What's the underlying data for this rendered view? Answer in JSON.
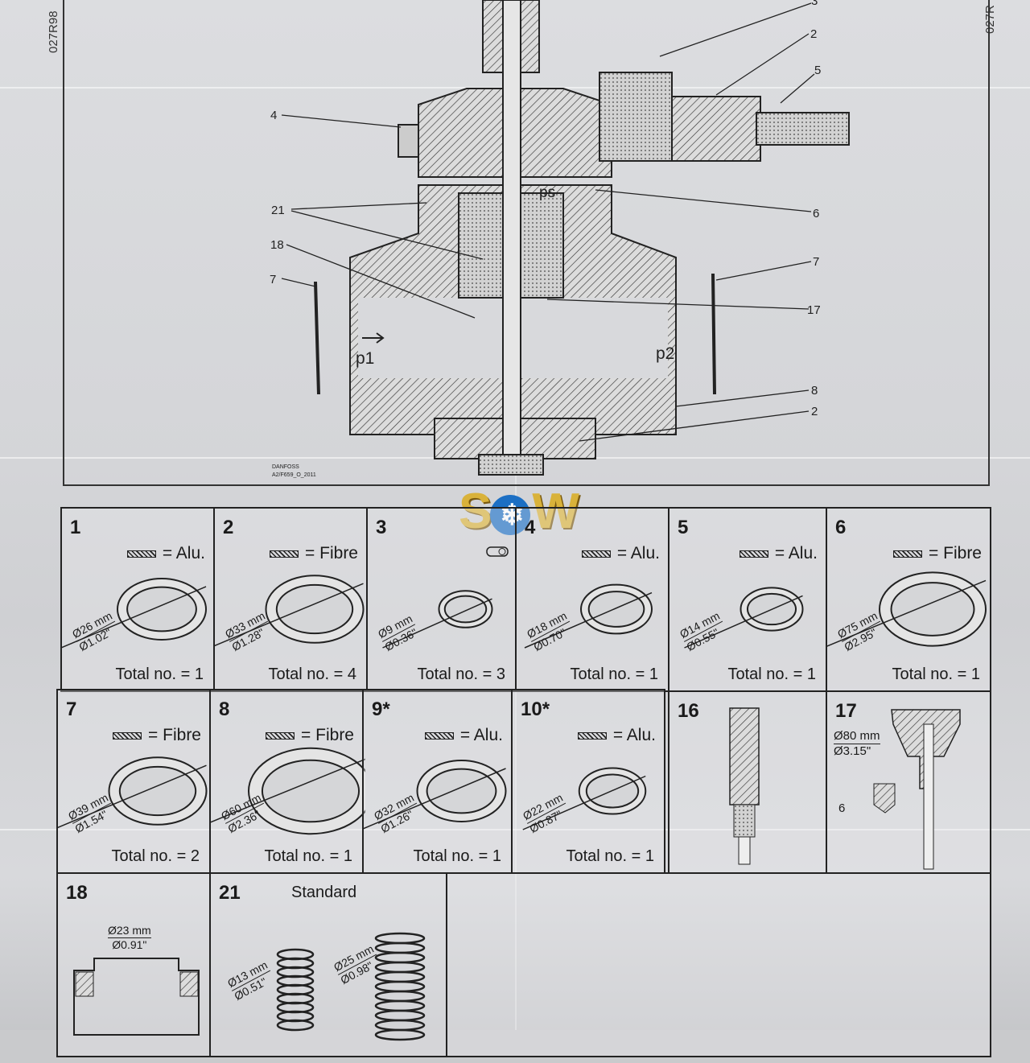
{
  "margin_codes": {
    "left": "027R98",
    "right": "027R"
  },
  "diagram": {
    "callouts_left": [
      "4",
      "21",
      "18",
      "7"
    ],
    "callouts_right": [
      "2",
      "5",
      "6",
      "7",
      "17",
      "8",
      "2"
    ],
    "callout_top": "3",
    "pressure_labels": {
      "ps": "ps",
      "p1": "p1",
      "p2": "p2"
    },
    "footer_brand": "DANFOSS",
    "footer_code": "A2/F659_O_2011"
  },
  "logo": {
    "left": "S",
    "right": "W",
    "text": "SOW"
  },
  "parts": [
    {
      "num": "1",
      "material": "= Alu.",
      "mm": "Ø26 mm",
      "inch": "Ø1.02\"",
      "total": "Total no. = 1"
    },
    {
      "num": "2",
      "material": "= Fibre",
      "mm": "Ø33 mm",
      "inch": "Ø1.28\"",
      "total": "Total no. = 4"
    },
    {
      "num": "3",
      "material": "",
      "mm": "Ø9 mm",
      "inch": "Ø0.36\"",
      "total": "Total no. = 3"
    },
    {
      "num": "4",
      "material": "= Alu.",
      "mm": "Ø18 mm",
      "inch": "Ø0.70\"",
      "total": "Total no. = 1"
    },
    {
      "num": "5",
      "material": "= Alu.",
      "mm": "Ø14 mm",
      "inch": "Ø0.55\"",
      "total": "Total no. = 1"
    },
    {
      "num": "6",
      "material": "= Fibre",
      "mm": "Ø75 mm",
      "inch": "Ø2.95\"",
      "total": "Total no. = 1"
    },
    {
      "num": "7",
      "material": "= Fibre",
      "mm": "Ø39 mm",
      "inch": "Ø1.54\"",
      "total": "Total no. = 2"
    },
    {
      "num": "8",
      "material": "= Fibre",
      "mm": "Ø60 mm",
      "inch": "Ø2.36\"",
      "total": "Total no. = 1"
    },
    {
      "num": "9*",
      "material": "= Alu.",
      "mm": "Ø32 mm",
      "inch": "Ø1.26\"",
      "total": "Total no. = 1"
    },
    {
      "num": "10*",
      "material": "= Alu.",
      "mm": "Ø22 mm",
      "inch": "Ø0.87\"",
      "total": "Total no. = 1"
    }
  ],
  "part16": {
    "num": "16"
  },
  "part17": {
    "num": "17",
    "mm": "Ø80 mm",
    "inch": "Ø3.15\"",
    "ref": "6"
  },
  "part18": {
    "num": "18",
    "mm": "Ø23 mm",
    "inch": "Ø0.91\""
  },
  "part21": {
    "num": "21",
    "label": "Standard",
    "small_mm": "Ø13 mm",
    "small_inch": "Ø0.51\"",
    "large_mm": "Ø25 mm",
    "large_inch": "Ø0.98\""
  }
}
